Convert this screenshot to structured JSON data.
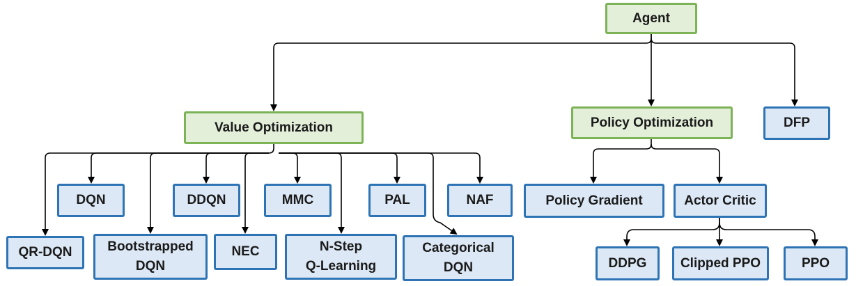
{
  "nodes": {
    "agent": "Agent",
    "value_optimization": "Value Optimization",
    "policy_optimization": "Policy Optimization",
    "dfp": "DFP",
    "dqn": "DQN",
    "ddqn": "DDQN",
    "mmc": "MMC",
    "pal": "PAL",
    "naf": "NAF",
    "qr_dqn": "QR-DQN",
    "bootstrapped_dqn": "Bootstrapped\nDQN",
    "nec": "NEC",
    "n_step_q_learning": "N-Step\nQ-Learning",
    "categorical_dqn": "Categorical\nDQN",
    "policy_gradient": "Policy Gradient",
    "actor_critic": "Actor Critic",
    "ddpg": "DDPG",
    "clipped_ppo": "Clipped PPO",
    "ppo": "PPO"
  },
  "colors": {
    "category_fill": "#e3efd9",
    "category_border": "#7cb357",
    "algorithm_fill": "#dce8f5",
    "algorithm_border": "#2e74b5",
    "connector": "#000000"
  }
}
